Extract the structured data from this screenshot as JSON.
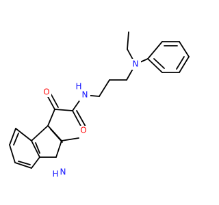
{
  "colors": {
    "bond": "#000000",
    "oxygen": "#ff0d0d",
    "nitrogen": "#1010ff",
    "background": "#ffffff"
  },
  "atoms": {
    "n_amine": "N",
    "n_amide": "N",
    "h_amide": "H",
    "o_upper": "O",
    "o_lower": "O",
    "h_indole": "H",
    "n_indole": "N"
  }
}
